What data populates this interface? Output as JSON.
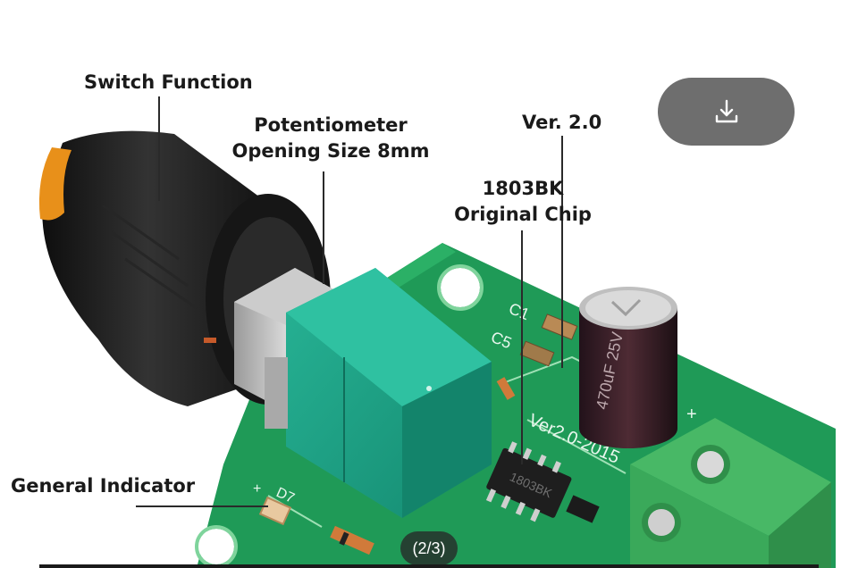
{
  "viewer": {
    "page_counter": "(2/3)"
  },
  "toolbar": {
    "download_icon": "download-icon"
  },
  "annotations": {
    "switch_function": "Switch Function",
    "potentiometer_line1": "Potentiometer",
    "potentiometer_line2": "Opening Size 8mm",
    "version": "Ver. 2.0",
    "chip_line1": "1803BK",
    "chip_line2": "Original Chip",
    "general_indicator": "General Indicator"
  },
  "board_silkscreen": {
    "c1": "C1",
    "c5": "C5",
    "d7": "D7",
    "ver_mark": "Ver2.0-2015",
    "chip_mark": "1803BK",
    "cap_mark": "470uF 25V",
    "polarity_plus": "+",
    "polarity_minus": "-"
  },
  "colors": {
    "pcb_green": "#1f9a57",
    "pot_teal": "#1aa48a",
    "terminal_green": "#3aa95a",
    "knob_black": "#1c1c1c",
    "knob_cap_orange": "#e8901a",
    "capacitor_dark": "#3a1f26",
    "download_button": "#6e6e6e"
  }
}
